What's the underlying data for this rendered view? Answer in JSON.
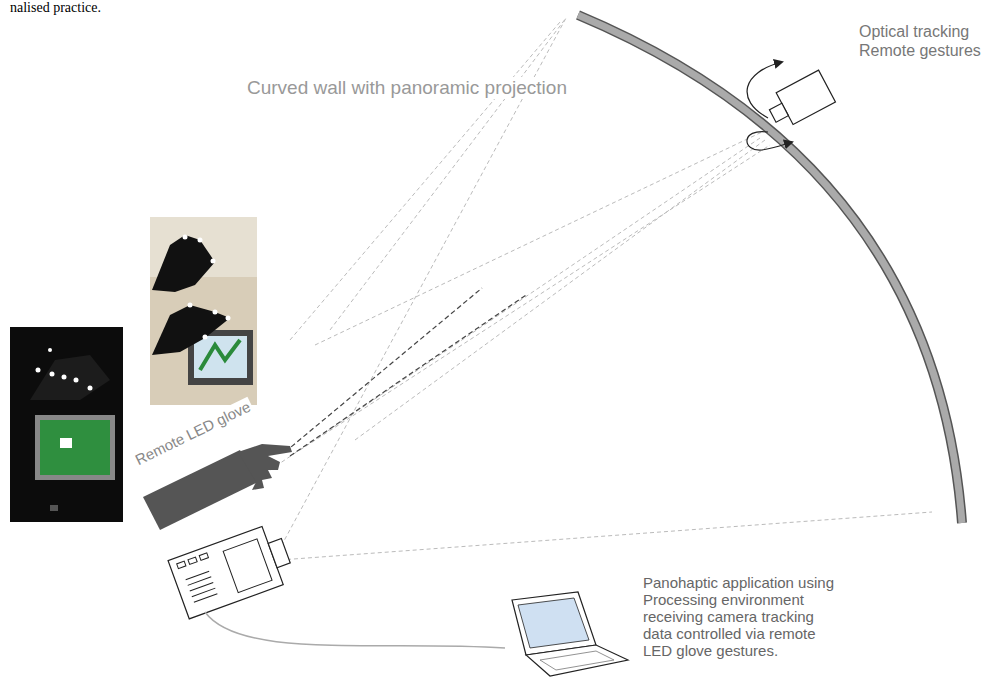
{
  "diagram": {
    "labels": [
      "nalised practice.",
      "Curved wall with panoramic projection",
      "Optical tracking Remote gestures",
      "Remote LED glove",
      "Panohaptic application using Processing environment receiving camera tracking data controlled via remote LED glove gestures."
    ]
  }
}
